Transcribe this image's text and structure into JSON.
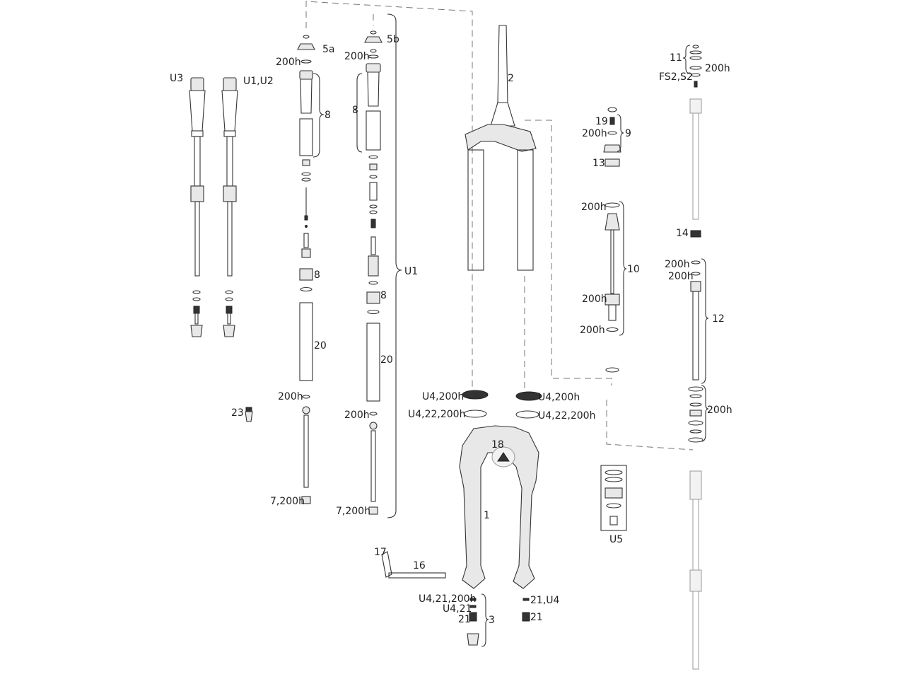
{
  "labels": {
    "U3": "U3",
    "U1U2": "U1,U2",
    "5a": "5a",
    "5b": "5b",
    "200h": "200h",
    "8": "8",
    "20": "20",
    "U1": "U1",
    "23": "23",
    "7_200h": "7,200h",
    "2": "2",
    "19": "19",
    "9": "9",
    "13": "13",
    "10": "10",
    "11": "11",
    "FS2_S2": "FS2,S2",
    "14": "14",
    "12": "12",
    "U4_200h": "U4,200h",
    "U4_22_200h": "U4,22,200h",
    "18": "18",
    "1": "1",
    "U5": "U5",
    "17": "17",
    "16": "16",
    "U4_21_200h": "U4,21,200h",
    "U4_21": "U4,21",
    "21": "21",
    "3": "3",
    "21_U4": "21,U4"
  }
}
